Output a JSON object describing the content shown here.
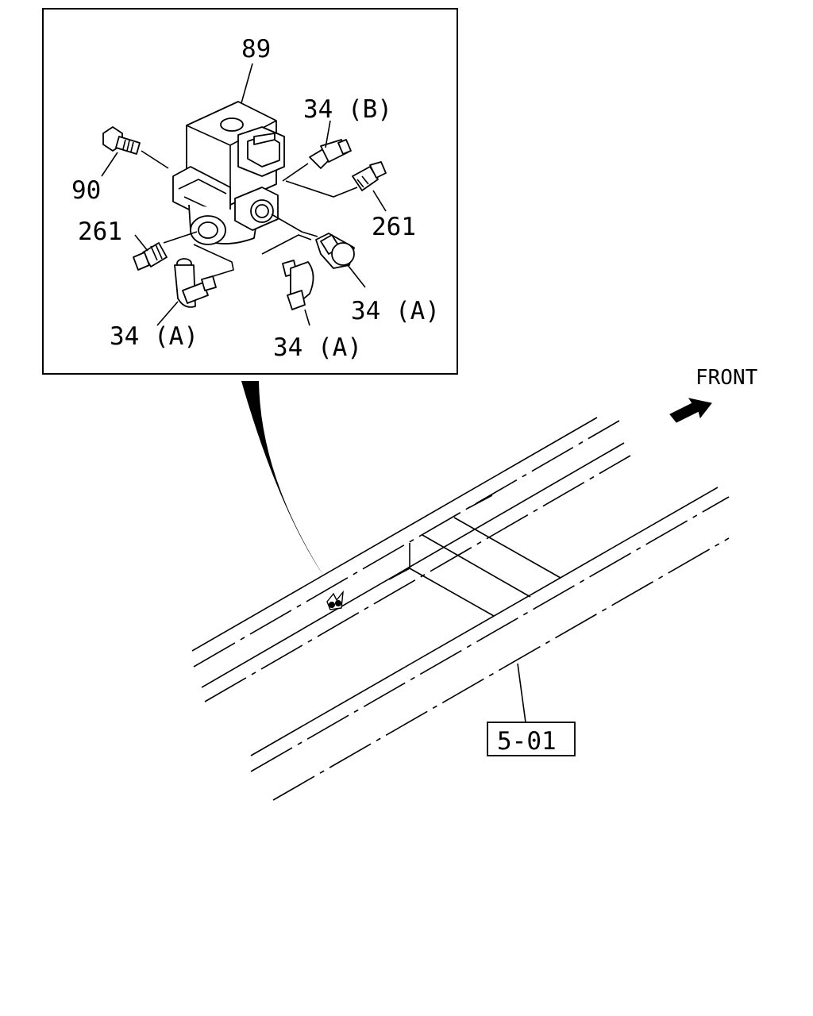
{
  "labels": {
    "valve": "89",
    "bolt": "90",
    "fitting_b": "34 (B)",
    "plug_left": "261",
    "plug_right": "261",
    "fitting_a_right": "34 (A)",
    "fitting_a_left": "34 (A)",
    "fitting_a_bottom": "34 (A)",
    "front": "FRONT",
    "ref": "5-01"
  },
  "icons": {
    "front_arrow": "arrow-right-icon"
  }
}
